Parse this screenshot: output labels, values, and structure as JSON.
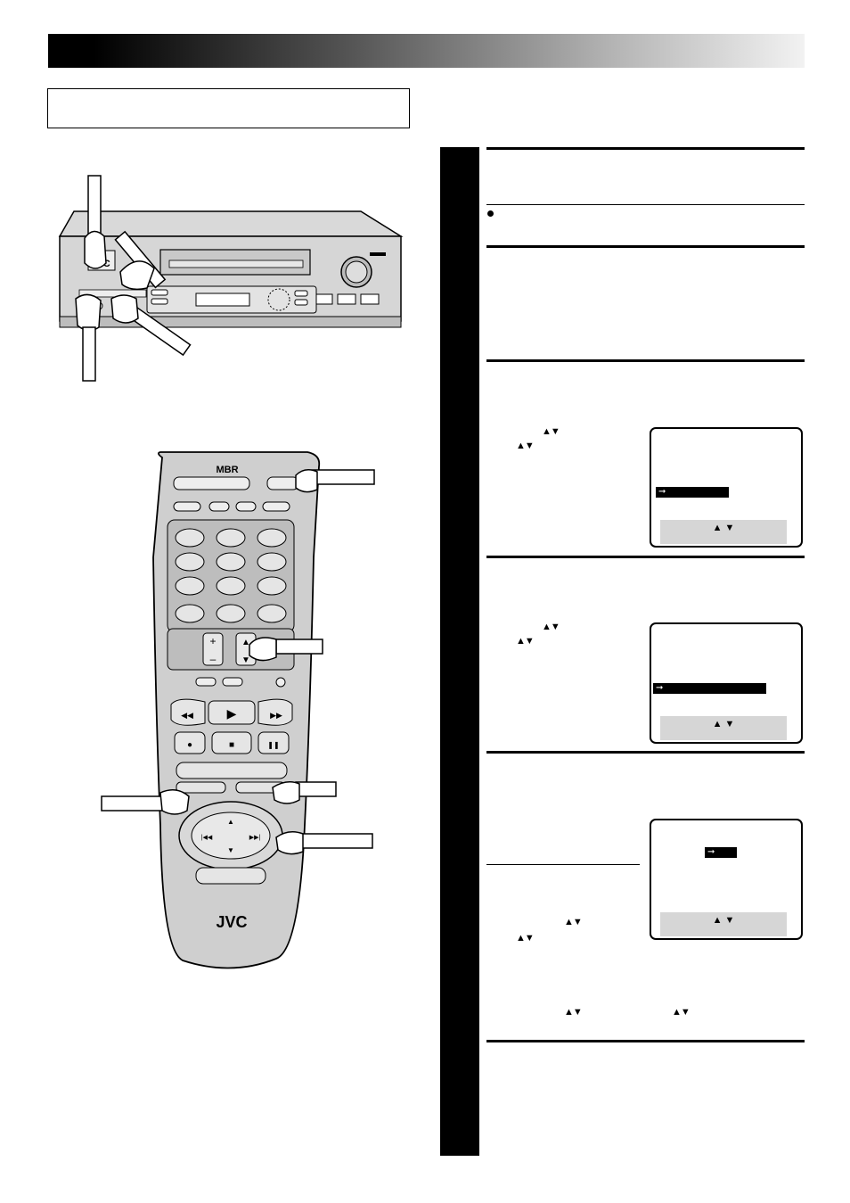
{
  "illustration": {
    "vcr_brand": "JVC",
    "remote_brand": "JVC",
    "remote_logo": "MBR",
    "play_symbol": "▶",
    "stop_symbol": "■",
    "pause_symbol": "❚❚",
    "rec_symbol": "●",
    "rew_symbol": "◀◀",
    "ff_symbol": "▶▶",
    "plus_symbol": "+",
    "minus_symbol": "–",
    "skip_back_symbol": "|◀◀",
    "skip_fwd_symbol": "▶▶|",
    "up_symbol": "▲",
    "down_symbol": "▼"
  },
  "steps": {
    "step3_arrows_1": "▲▼",
    "step3_arrows_2": "▲▼",
    "step4_arrows_1": "▲▼",
    "step4_arrows_2": "▲▼",
    "step5_arrows_1": "▲▼",
    "step5_arrows_2": "▲▼",
    "step5_arrows_3": "▲▼",
    "step5_arrows_4": "▲▼"
  },
  "osd_screens": {
    "screen1_footer": "▲ ▼",
    "screen2_footer": "▲ ▼",
    "screen3_footer": "▲ ▼",
    "cursor": "➞"
  }
}
